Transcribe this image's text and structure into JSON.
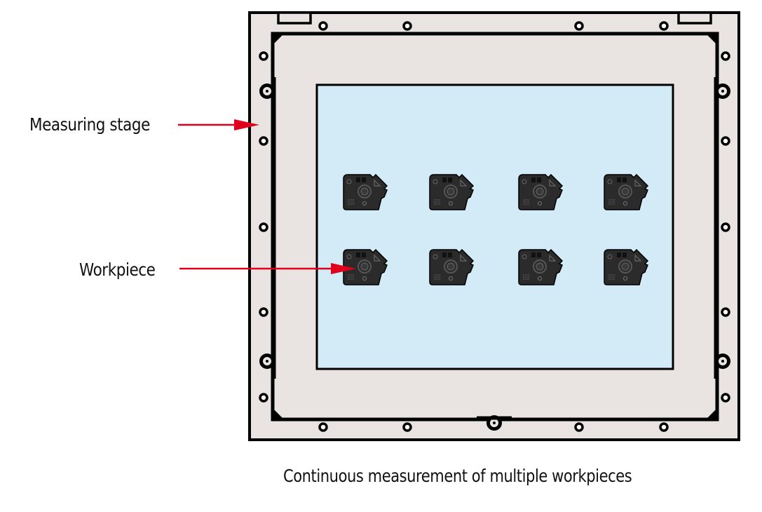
{
  "diagram": {
    "labels": {
      "measuring_stage": "Measuring stage",
      "workpiece": "Workpiece"
    },
    "caption": "Continuous measurement of multiple workpieces",
    "workpiece_grid": {
      "rows": 2,
      "columns": 4,
      "count": 8
    },
    "colors": {
      "plate": "#e9e4e2",
      "window": "#d3ebf7",
      "outline": "#000000",
      "workpiece": "#2b2b2b",
      "arrow": "#e0001b"
    }
  }
}
